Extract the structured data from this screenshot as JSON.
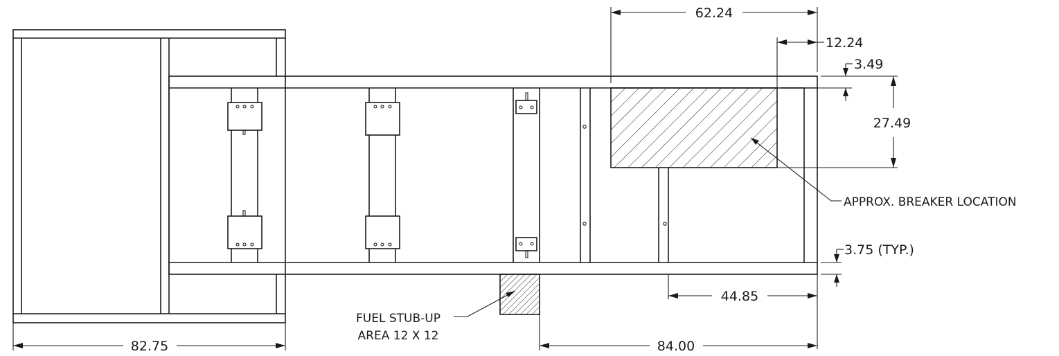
{
  "dimensions": {
    "top_overall": "62.24",
    "top_right_offset": "12.24",
    "rail_small": "3.49",
    "breaker_height": "27.49",
    "typical": "3.75 (TYP.)",
    "right_section": "44.85",
    "bottom_left": "82.75",
    "bottom_right": "84.00"
  },
  "labels": {
    "breaker": "APPROX. BREAKER LOCATION",
    "fuel_line1": "FUEL STUB-UP",
    "fuel_line2": "AREA 12 X 12"
  }
}
